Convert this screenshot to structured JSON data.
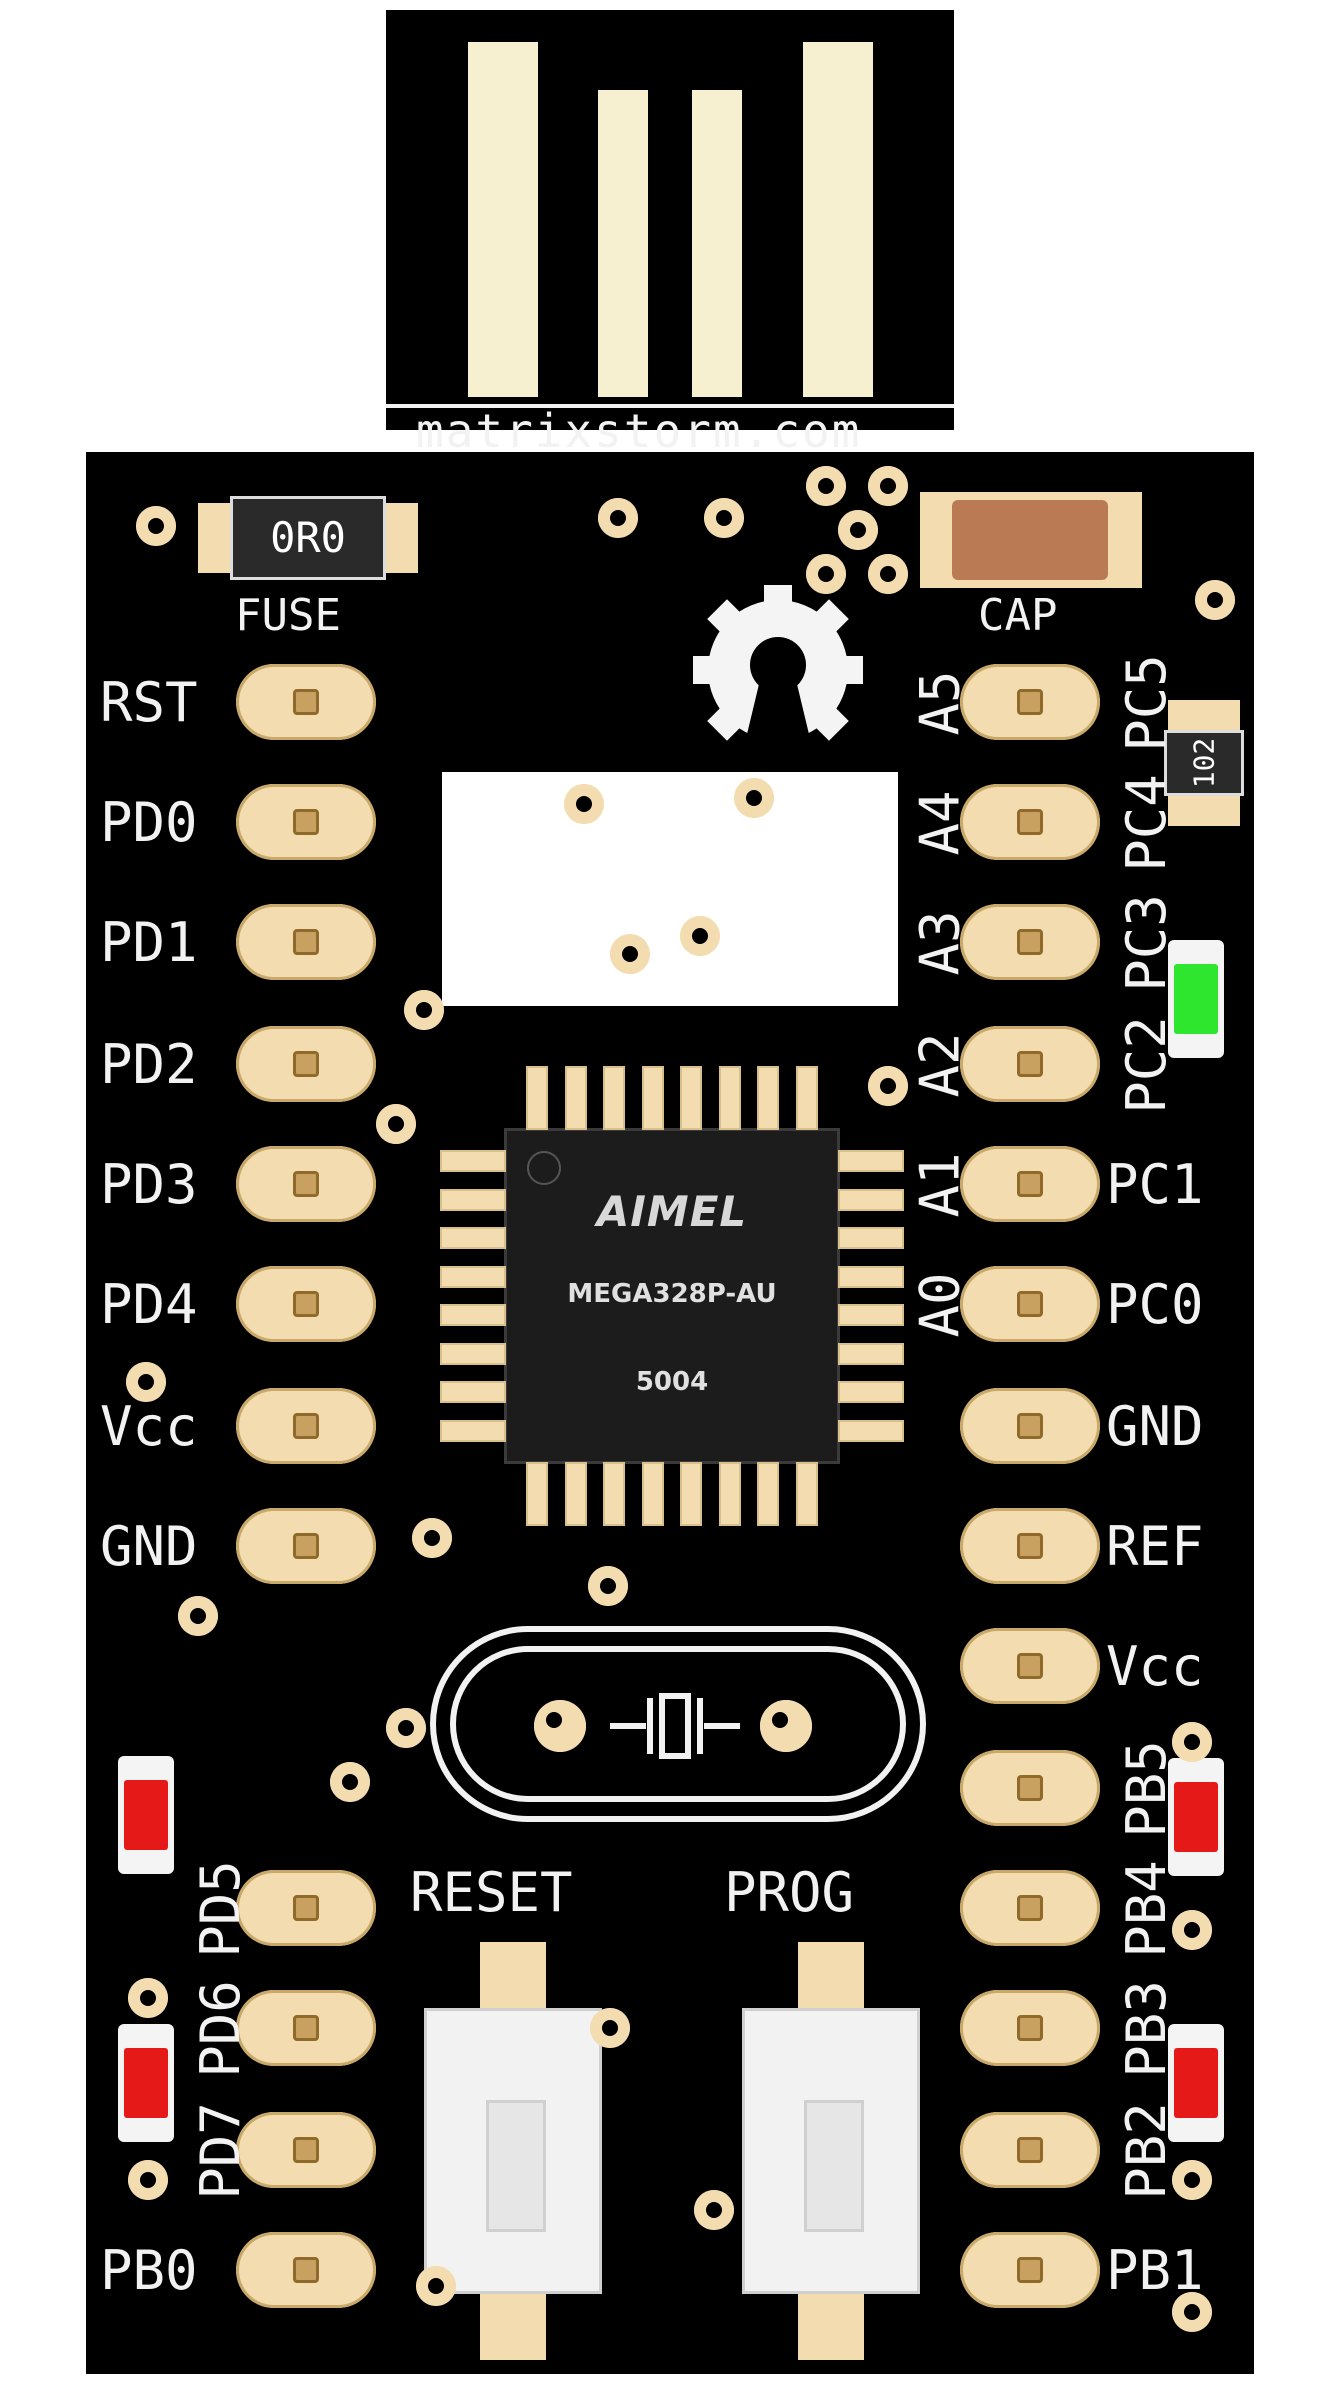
{
  "site": "matrixstorm.com",
  "components": {
    "fuse_label": "FUSE",
    "fuse_value": "0R0",
    "cap_label": "CAP",
    "resistor_value": "102",
    "chip_brand": "AIMEL",
    "chip_model": "MEGA328P-AU",
    "chip_code": "5004",
    "reset_label": "RESET",
    "prog_label": "PROG"
  },
  "left_pins": [
    "RST",
    "PD0",
    "PD1",
    "PD2",
    "PD3",
    "PD4",
    "Vcc",
    "GND"
  ],
  "right_pins": [
    "PC5",
    "PC4",
    "PC3",
    "PC2",
    "PC1",
    "PC0",
    "GND",
    "REF",
    "Vcc",
    "PB5",
    "PB4",
    "PB3",
    "PB2",
    "PB1"
  ],
  "analog_pins": [
    "A5",
    "A4",
    "A3",
    "A2",
    "A1",
    "A0"
  ],
  "lower_left_pins": [
    "PD5",
    "PD6",
    "PD7",
    "PB0"
  ],
  "colors": {
    "board": "#000000",
    "silkscreen": "#f2f2f2",
    "pad": "#f3ddb0",
    "led_green": "#2ee62e",
    "led_red": "#e61919",
    "cap_body": "#b97a54"
  }
}
